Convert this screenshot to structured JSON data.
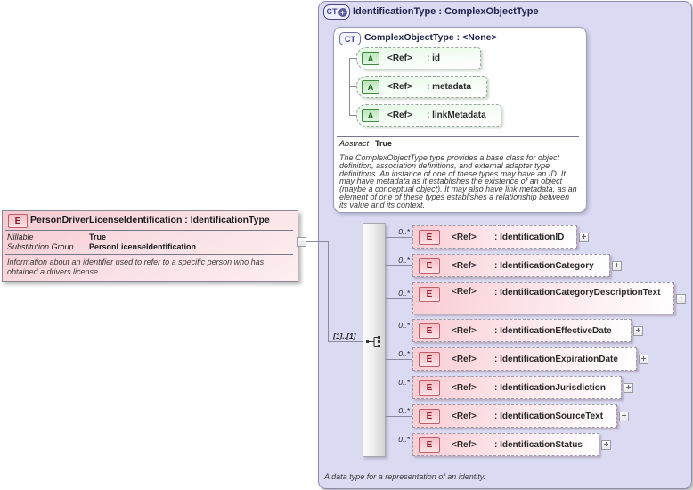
{
  "icons": {
    "element": "E",
    "attribute": "A",
    "complex_type": "CT",
    "derived_plus": "+",
    "collapse": "−",
    "expand": "+"
  },
  "left_element": {
    "title": "PersonDriverLicenseIdentification : IdentificationType",
    "properties": [
      {
        "label": "Nillable",
        "value": "True"
      },
      {
        "label": "Substitution Group",
        "value": "PersonLicenseIdentification"
      }
    ],
    "description": "Information about an identifier used to refer to a specific person who has obtained a drivers license."
  },
  "type_box": {
    "title": "IdentificationType : ComplexObjectType",
    "footer": "A data type for a representation of an identity.",
    "base_type": {
      "title": "ComplexObjectType : <None>",
      "attributes": [
        {
          "ref": "<Ref>",
          "name": ": id"
        },
        {
          "ref": "<Ref>",
          "name": ": metadata"
        },
        {
          "ref": "<Ref>",
          "name": ": linkMetadata"
        }
      ],
      "properties": [
        {
          "label": "Abstract",
          "value": "True"
        }
      ],
      "description": "The ComplexObjectType type provides a base class for object definition, association definitions, and external adapter type definitions. An instance of one of these types may have an ID. It may have metadata as it establishes the existence of an object (maybe a conceptual object). It may also have link metadata, as an element of one of these types establishes a relationship between its value and its context."
    },
    "sequence": {
      "cardinality": "[1]..[1]",
      "elements": [
        {
          "occurs": "0..*",
          "ref": "<Ref>",
          "name": ": IdentificationID"
        },
        {
          "occurs": "0..*",
          "ref": "<Ref>",
          "name": ": IdentificationCategory"
        },
        {
          "occurs": "0..*",
          "ref": "<Ref>",
          "name": ": IdentificationCategoryDescriptionText"
        },
        {
          "occurs": "0..*",
          "ref": "<Ref>",
          "name": ": IdentificationEffectiveDate"
        },
        {
          "occurs": "0..*",
          "ref": "<Ref>",
          "name": ": IdentificationExpirationDate"
        },
        {
          "occurs": "0..*",
          "ref": "<Ref>",
          "name": ": IdentificationJurisdiction"
        },
        {
          "occurs": "0..*",
          "ref": "<Ref>",
          "name": ": IdentificationSourceText"
        },
        {
          "occurs": "0..*",
          "ref": "<Ref>",
          "name": ": IdentificationStatus"
        }
      ]
    }
  }
}
